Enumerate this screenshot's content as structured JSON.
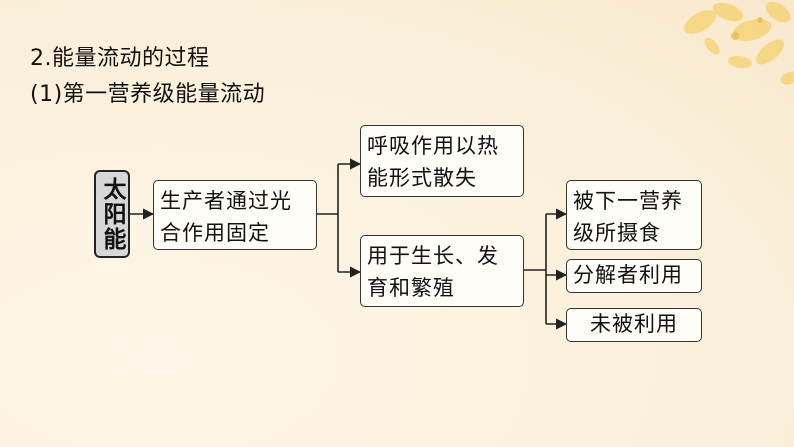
{
  "page": {
    "heading1": "2.能量流动的过程",
    "heading2": "(1)第一营养级能量流动"
  },
  "diagram": {
    "nodes": {
      "sun": "太阳能",
      "producer": "生产者通过光\n合作用固定",
      "respiration": "呼吸作用以热\n能形式散失",
      "growth": "用于生长、发\n育和繁殖",
      "next_level": "被下一营养\n级所摄食",
      "decomposer": "分解者利用",
      "unused": "未被利用"
    }
  },
  "colors": {
    "background": "#fbf1dd",
    "box_border": "#333333",
    "sun_fill": "#d6d6d6",
    "flower_yellow": "#f5c84a"
  }
}
